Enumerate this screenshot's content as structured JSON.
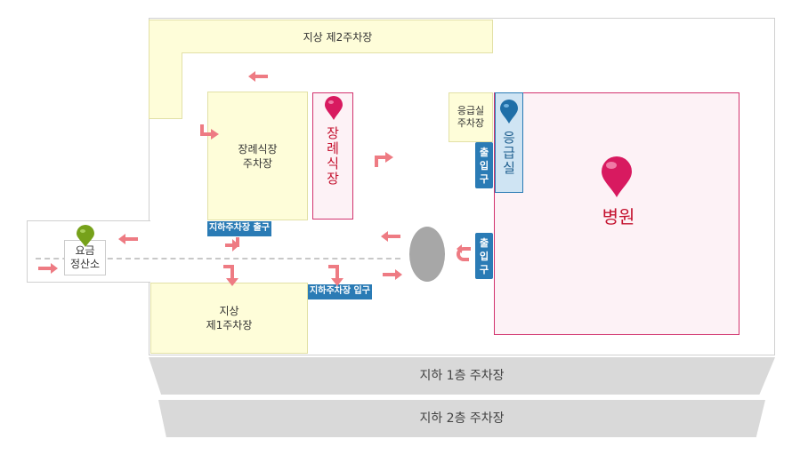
{
  "lots": {
    "ground2": "지상 제2주차장",
    "funeral_parking": "장례식장\n주차장",
    "ground1": "지상\n제1주차장",
    "er_parking": "응급실\n주차장",
    "toll_booth": "요금\n정산소"
  },
  "buildings": {
    "funeral_hall": [
      "장",
      "례",
      "식",
      "장"
    ],
    "emergency": [
      "응",
      "급",
      "실"
    ],
    "hospital": "병원"
  },
  "tags": {
    "underground_exit": "지하주차장 출구",
    "underground_entrance": "지하주차장 입구",
    "gate": [
      "출",
      "입",
      "구"
    ]
  },
  "floors": {
    "b1": "지하 1층 주차장",
    "b2": "지하 2층 주차장"
  },
  "colors": {
    "arrow": "#ee7b83",
    "pin_pink": "#d81a60",
    "pin_blue": "#1f6fa8",
    "pin_green": "#76a11a",
    "tag_blue": "#2a7bb5",
    "hospital_text": "#c4122f"
  }
}
